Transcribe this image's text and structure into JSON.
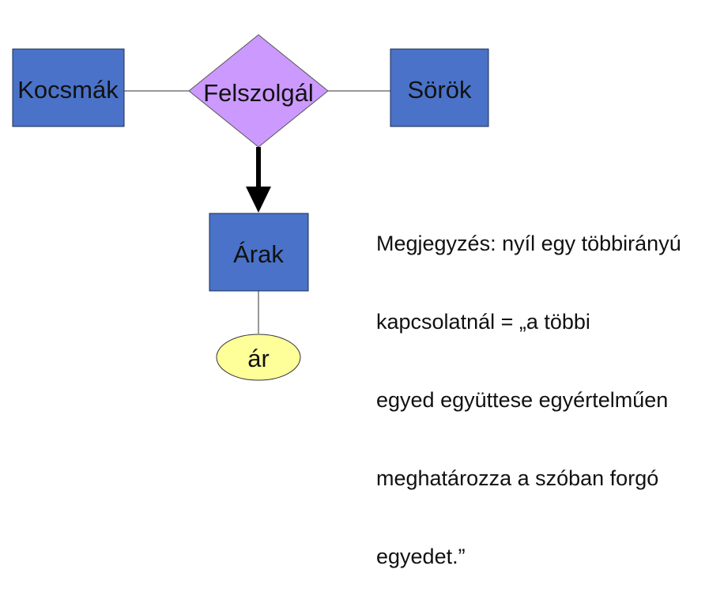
{
  "diagram": {
    "entities": {
      "kocsmak": "Kocsmák",
      "sorok": "Sörök",
      "arak": "Árak"
    },
    "relationship": "Felszolgál",
    "attribute": "ár",
    "note_lines": [
      "Megjegyzés: nyíl egy többirányú",
      "kapcsolatnál = „a többi",
      "egyed együttese egyértelműen",
      "meghatározza a szóban forgó",
      "egyedet.”"
    ],
    "colors": {
      "entity": "#4a72c8",
      "relationship": "#cc99ff",
      "attribute": "#ffff99"
    }
  }
}
